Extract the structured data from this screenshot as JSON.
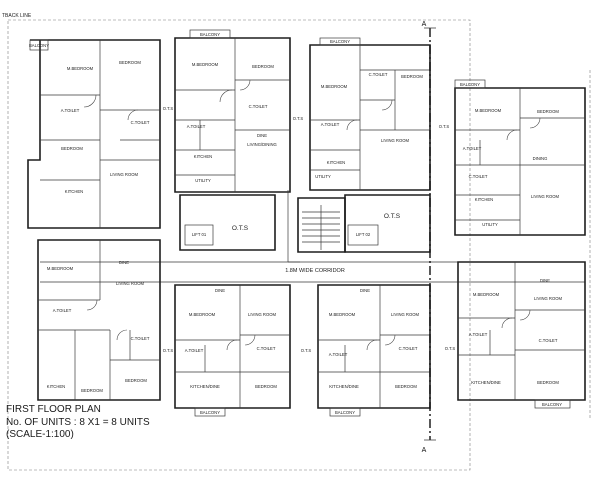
{
  "drawing": {
    "setback_label": "TBACK LINE",
    "ots_label": "O.T.S",
    "lift_1_label": "LIFT 01",
    "lift_2_label": "LIFT 02",
    "corridor_label": "1.8M WIDE CORRIDOR",
    "section_marker": "A"
  },
  "caption": {
    "title": "FIRST FLOOR PLAN",
    "units": "No. OF UNITS : 8 X1 = 8 UNITS",
    "scale": "(SCALE-1:100)"
  }
}
